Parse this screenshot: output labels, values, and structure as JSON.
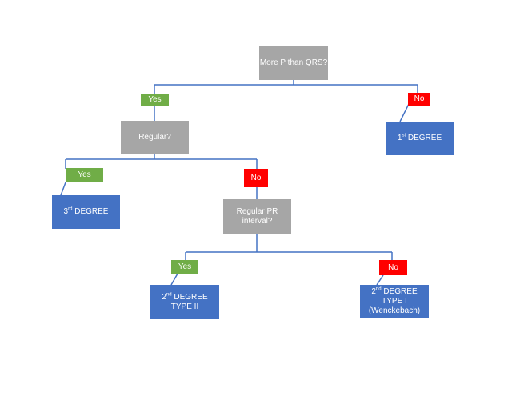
{
  "nodes": {
    "q1": "More P than QRS?",
    "yes1": "Yes",
    "no1": "No",
    "q2": "Regular?",
    "first_degree": {
      "num": "1",
      "sup": "st",
      "text": " DEGREE"
    },
    "yes2": "Yes",
    "no2": "No",
    "third_degree": {
      "num": "3",
      "sup": "rd",
      "text": " DEGREE"
    },
    "q3": "Regular PR interval?",
    "yes3": "Yes",
    "no3": "No",
    "second_degree_type2": {
      "num": "2",
      "sup": "nd",
      "text": " DEGREE TYPE II"
    },
    "second_degree_type1": {
      "num": "2",
      "sup": "nd",
      "text": " DEGREE TYPE I (Wenckebach)"
    }
  },
  "colors": {
    "question": "#a6a6a6",
    "yes": "#70ad47",
    "no": "#ff0000",
    "result": "#4472c4",
    "connector": "#4472c4"
  }
}
